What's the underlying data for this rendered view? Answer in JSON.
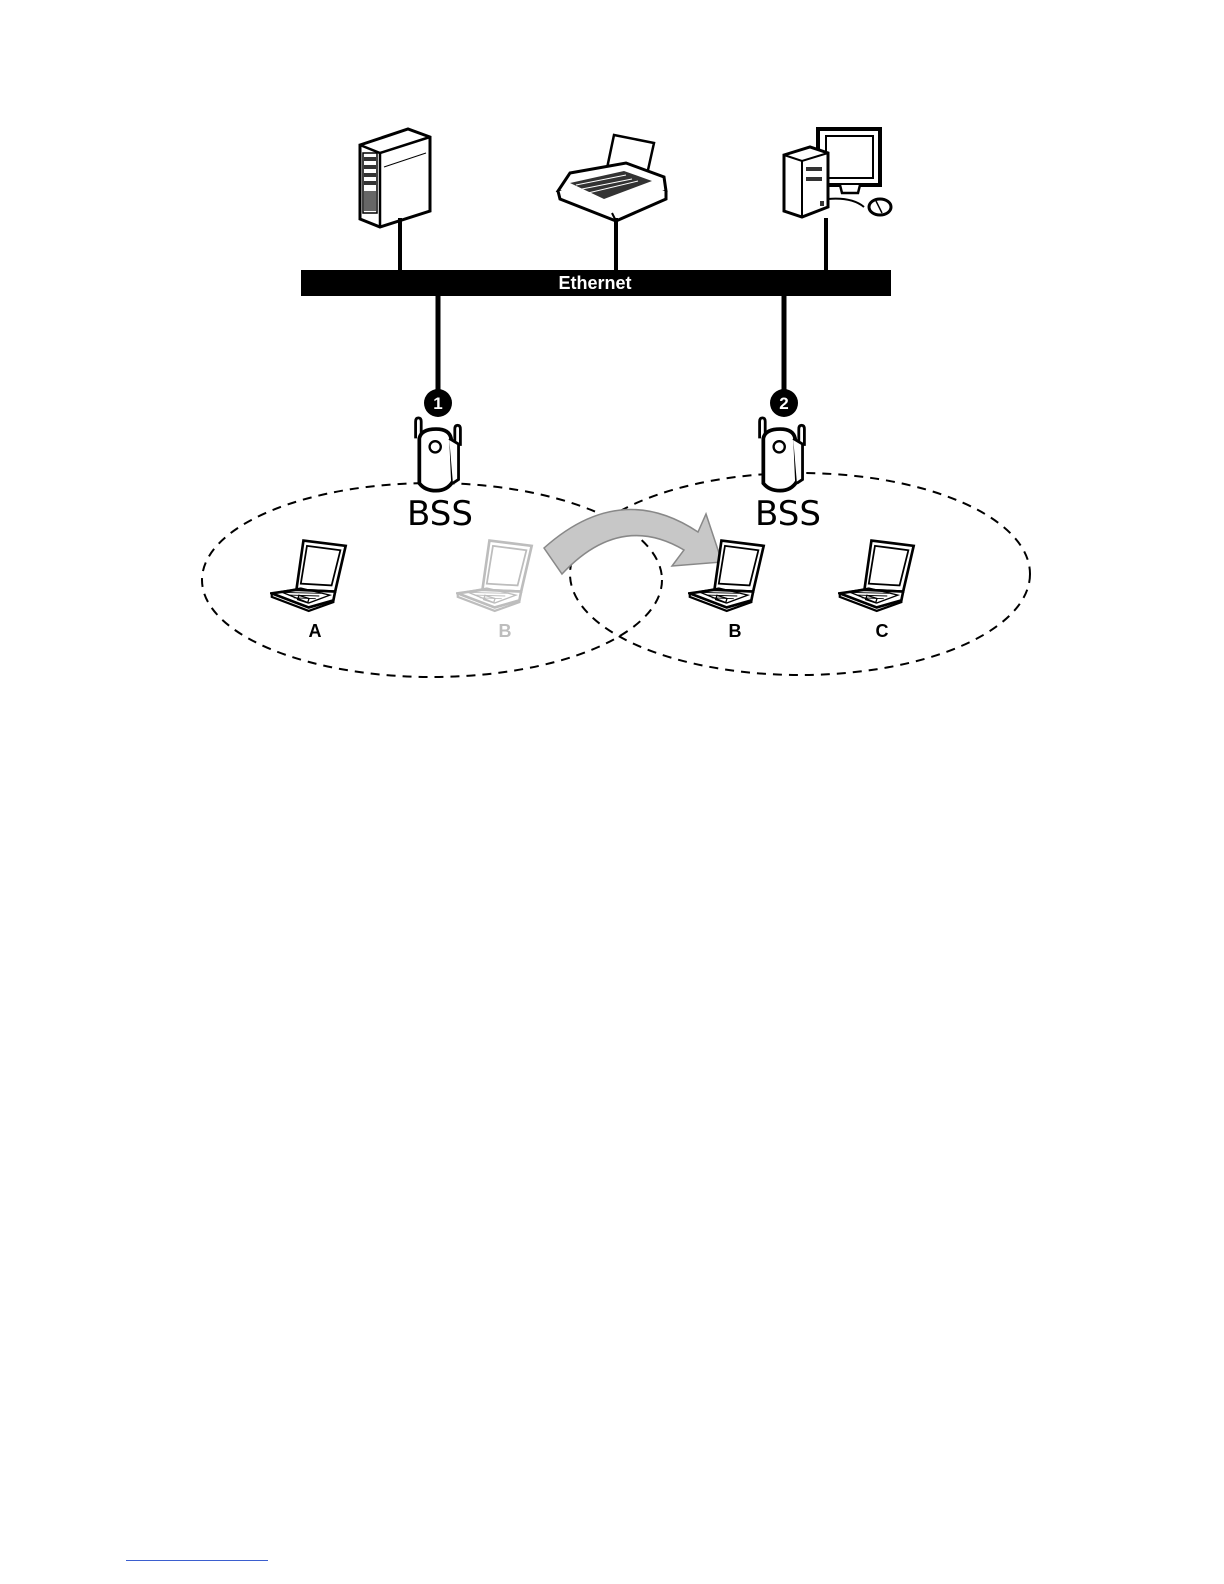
{
  "bus": {
    "label": "Ethernet"
  },
  "access_points": [
    {
      "number": "1",
      "label": "BSS"
    },
    {
      "number": "2",
      "label": "BSS"
    }
  ],
  "clients": [
    {
      "label": "A",
      "state": "active"
    },
    {
      "label": "B",
      "state": "ghost"
    },
    {
      "label": "B",
      "state": "active"
    },
    {
      "label": "C",
      "state": "active"
    }
  ],
  "colors": {
    "line": "#000000",
    "ghost": "#bdbdbd",
    "arrow_fill": "#c7c7c7",
    "footnote_rule": "#3b5fcf"
  },
  "icons": [
    "server-tower-icon",
    "printer-icon",
    "desktop-pc-icon",
    "access-point-icon",
    "laptop-icon",
    "roaming-arrow-icon"
  ]
}
